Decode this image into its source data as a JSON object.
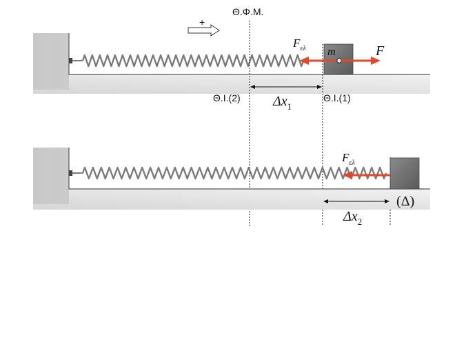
{
  "labels": {
    "equilibrium": "Θ.Φ.Μ.",
    "positive_sign": "+",
    "mass": "m",
    "force": "F",
    "elastic_force_symbol": "F",
    "elastic_force_sub": "ελ",
    "position_2": "Θ.Ι.(2)",
    "position_1": "Θ.Ι.(1)",
    "dx1_symbol": "Δx",
    "dx1_sub": "1",
    "dx2_symbol": "Δx",
    "dx2_sub": "2",
    "label_delta": "(Δ)"
  },
  "colors": {
    "arrow_red": "#e8462a",
    "wall_gray": "#e6e6e6",
    "wall_edge": "#555555",
    "spring_gray": "#7a7a7a",
    "block_gray": "#6b6b6b"
  }
}
